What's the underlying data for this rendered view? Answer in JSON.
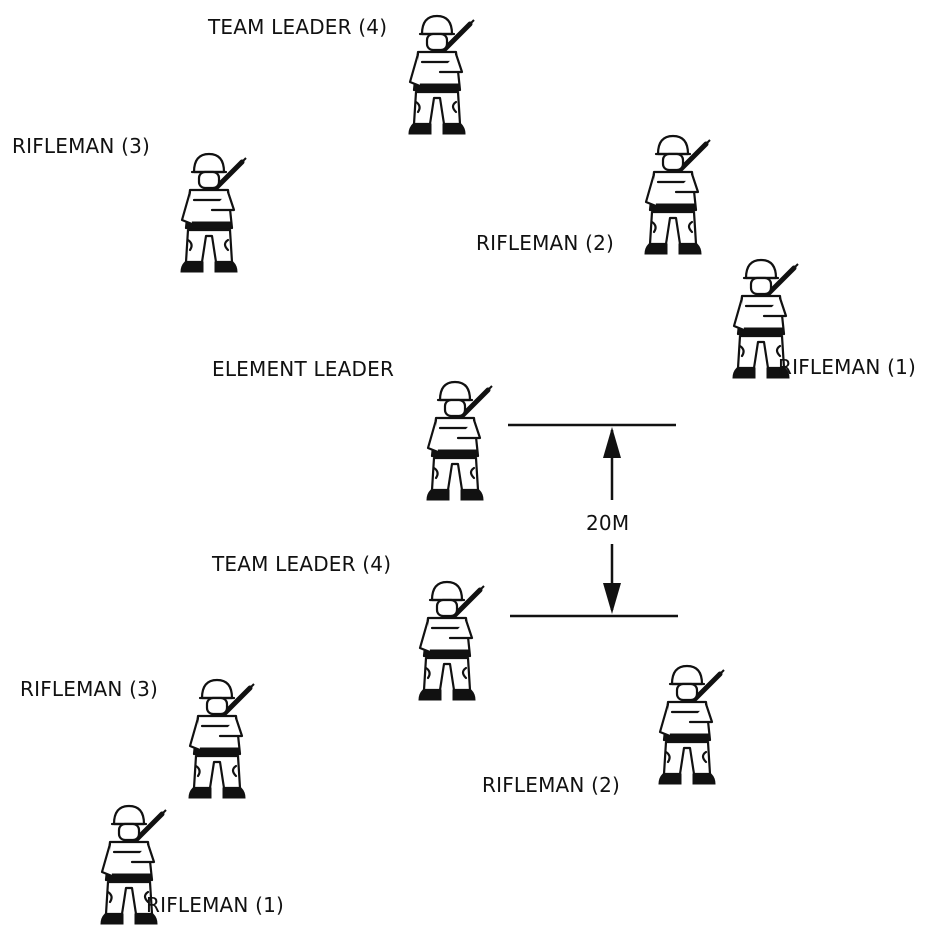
{
  "colors": {
    "ink": "#111111",
    "background": "#ffffff"
  },
  "figures": {
    "top_team_leader": "TEAM LEADER (4)",
    "top_rifleman_3": "RIFLEMAN (3)",
    "top_rifleman_2": "RIFLEMAN (2)",
    "top_rifleman_1": "RIFLEMAN (1)",
    "element_leader": "ELEMENT LEADER",
    "bottom_team_leader": "TEAM LEADER (4)",
    "bottom_rifleman_3": "RIFLEMAN (3)",
    "bottom_rifleman_2": "RIFLEMAN (2)",
    "bottom_rifleman_1": "RIFLEMAN (1)"
  },
  "distance": {
    "label": "20M"
  },
  "icons": {
    "soldier": "soldier-icon",
    "arrow": "double-headed-arrow"
  }
}
